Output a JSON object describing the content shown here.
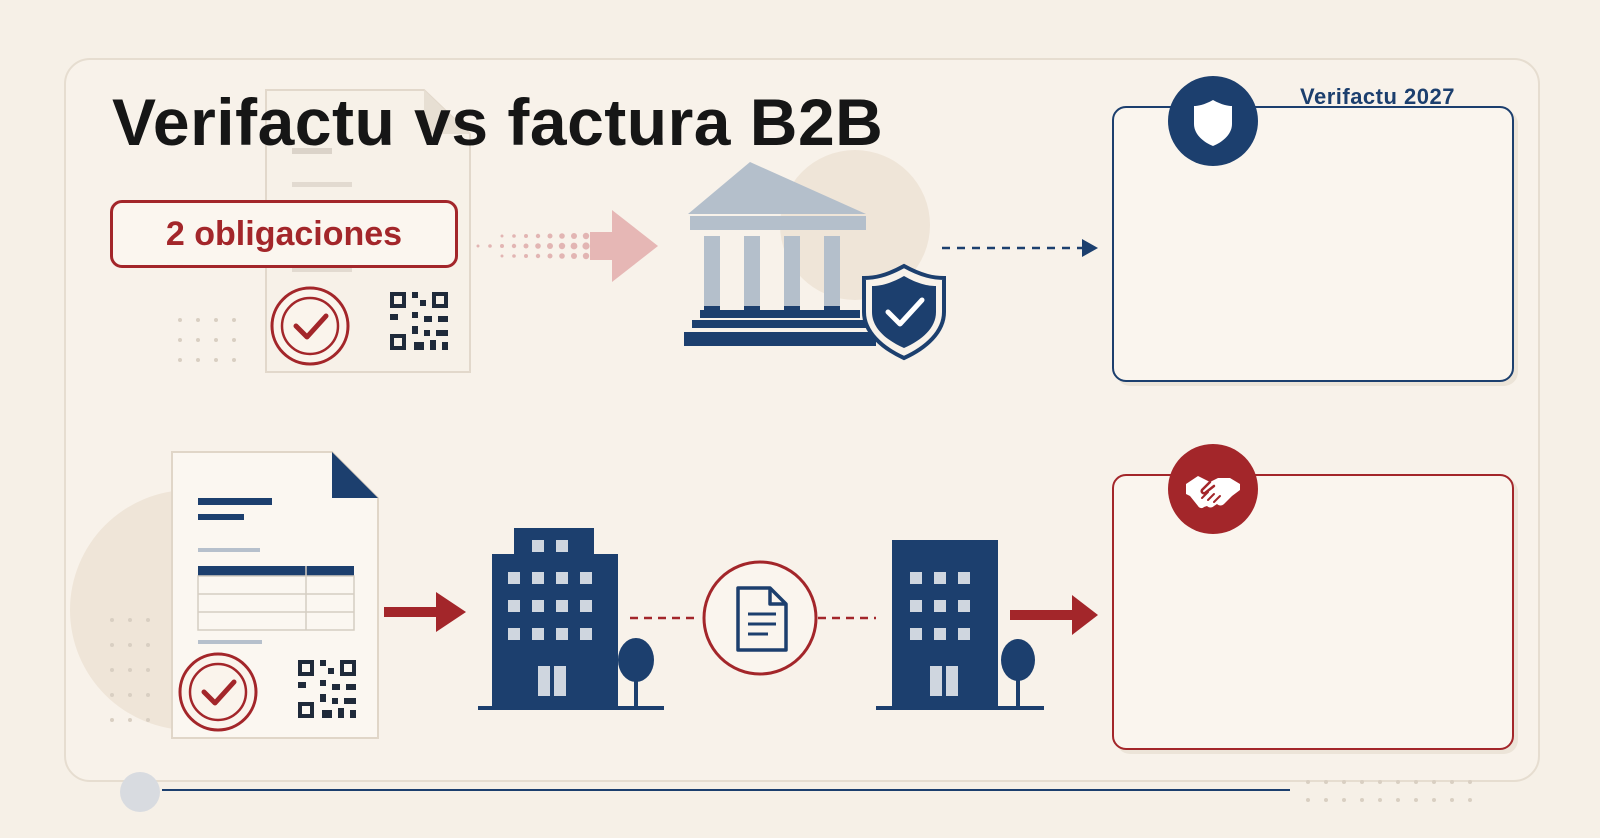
{
  "title": "Verifactu vs factura B2B",
  "badge": "2 obligaciones",
  "corner_label": "Verifactu 2027",
  "colors": {
    "navy": "#1c3f6e",
    "red": "#a3262a",
    "background": "#f6f0e7",
    "muted_blue": "#b6c0cc"
  },
  "icons": {
    "top_panel": "shield-icon",
    "bottom_panel": "handshake-icon",
    "top_center": "government-building-icon",
    "bottom_left_building": "office-building-icon",
    "bottom_right_building": "office-building-icon",
    "connector": "document-icon"
  }
}
